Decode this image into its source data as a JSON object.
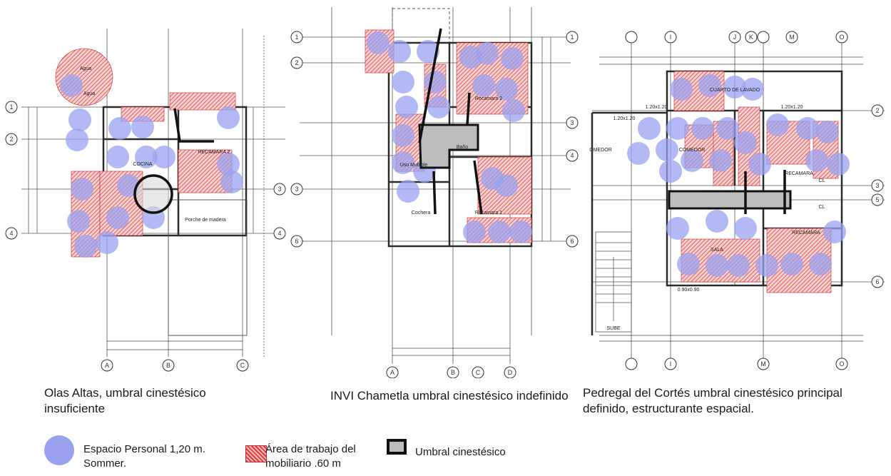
{
  "plans": [
    {
      "caption": "Olas Altas, umbral cinestésico insuficiente",
      "labels": {
        "room1": "Agua",
        "room2": "Agua",
        "kitchen": "COCINA",
        "bedroom": "RECAMARA 2",
        "porch": "Porche de madera",
        "axisA": "A",
        "axisB": "B",
        "axisC": "C",
        "axis1": "1",
        "axis2": "2",
        "axis3": "3",
        "axis4": "4"
      }
    },
    {
      "caption": "INVI Chametla umbral cinestésico indefinido",
      "labels": {
        "bedroom2": "Recamara 2",
        "bedroom1": "Recamara 1",
        "multi": "Uso Multiple",
        "bath": "Baño",
        "garage": "Cochera",
        "axisA": "A",
        "axisB": "B",
        "axisC": "C",
        "axisD": "D",
        "axis1": "1",
        "axis2": "2",
        "axis3": "3",
        "axis4": "4",
        "axis6": "6"
      }
    },
    {
      "caption": "Pedregal del Cortés umbral cinestésico principal definido, estructurante espacial.",
      "labels": {
        "dining": "COMEDOR",
        "dining2": "OMEDOR",
        "laundry": "CUARTO DE LAVADO",
        "bedroom": "RECAMARA",
        "bedroom2": "RECAMARA",
        "living": "SALA",
        "closet1": "CL",
        "closet2": "CL",
        "stairs": "SUBE",
        "dim1": "1.20x1.20",
        "dim2": "1.20x1.20",
        "dim3": "1.20x1.20",
        "dim4": "0.90x0.90",
        "axisI": "I",
        "axisJ": "J",
        "axisK": "K",
        "axisM": "M",
        "axisO": "O",
        "axis2": "2",
        "axis3": "3",
        "axis5": "5",
        "axis6": "6"
      }
    }
  ],
  "legend": {
    "personal_space": "Espacio Personal 1,20 m. Sommer.",
    "work_area": "Área de trabajo del mobiliario .60 m",
    "threshold": "Umbral cinestésico"
  },
  "colors": {
    "personal_space": "#9aa2f0",
    "work_area": "#e23b3b",
    "threshold": "#bdbdbd",
    "wall": "#2b2b2b"
  }
}
